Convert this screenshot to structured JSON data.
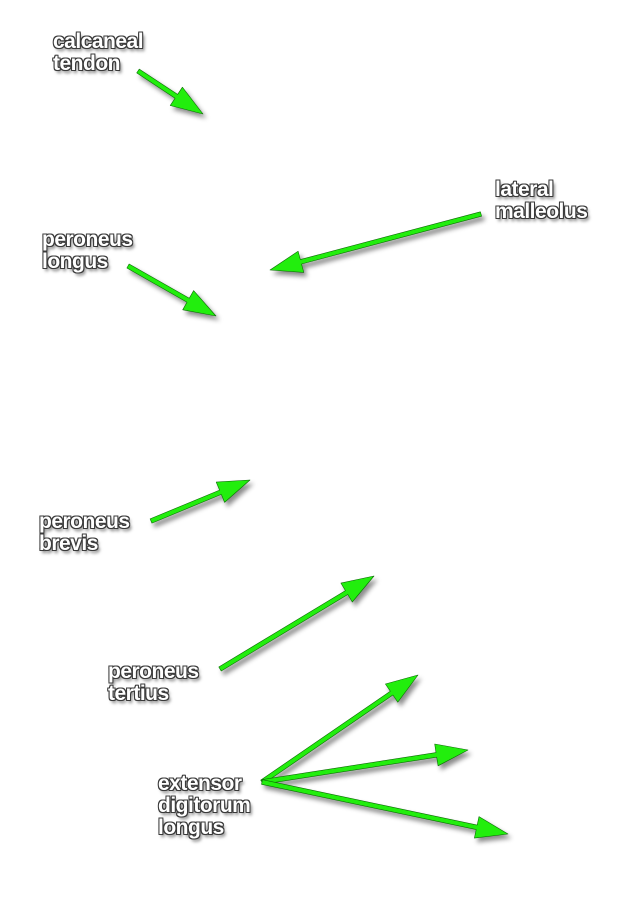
{
  "labels": {
    "calcaneal_tendon": {
      "line1": "calcaneal",
      "line2": "tendon"
    },
    "lateral_malleolus": {
      "line1": "lateral",
      "line2": "malleolus"
    },
    "peroneus_longus": {
      "line1": "peroneus",
      "line2": "longus"
    },
    "peroneus_brevis": {
      "line1": "peroneus",
      "line2": "brevis"
    },
    "peroneus_tertius": {
      "line1": "peroneus",
      "line2": "tertius"
    },
    "extensor_digitorum_longus": {
      "line1": "extensor",
      "line2": "digitorum",
      "line3": "longus"
    }
  },
  "colors": {
    "arrow": "#22ee11",
    "arrow_outline": "#0b6b06",
    "label_text": "#ffffff",
    "label_outline": "#3a3a3a",
    "background": "#ffffff"
  }
}
